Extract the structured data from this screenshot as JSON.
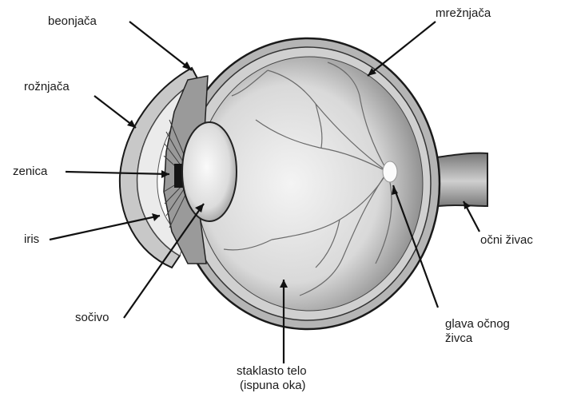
{
  "labels": {
    "beonjaca": "beonjača",
    "roznjaca": "rožnjača",
    "zenica": "zenica",
    "iris": "iris",
    "socivo": "sočivo",
    "mreznjaca": "mrežnjača",
    "ocni_zivac": "očni živac",
    "glava_line1": "glava očnog",
    "glava_line2": "živca",
    "staklasto_line1": "staklasto telo",
    "staklasto_line2": "(ispuna oka)"
  }
}
